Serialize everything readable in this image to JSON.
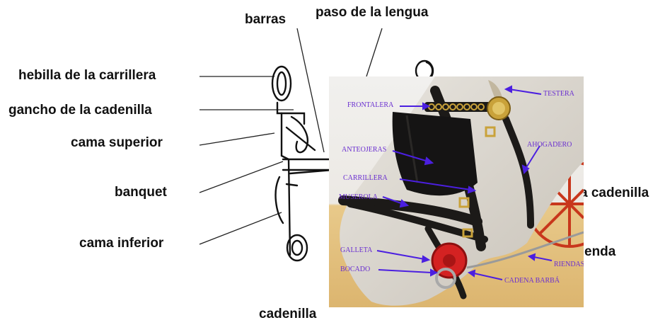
{
  "left_diagram": {
    "labels": {
      "barras": "barras",
      "paso_de_la_lengua": "paso de la lengua",
      "hebilla_de_la_carrillera": "hebilla de la carrillera",
      "gancho_de_la_cadenilla": "gancho de la cadenilla",
      "cama_superior": "cama superior",
      "banquet": "banquet",
      "cama_inferior": "cama inferior",
      "cadenilla": "cadenilla",
      "cadenilla_partial": "a cadenilla",
      "rienda_partial": "enda"
    }
  },
  "photo": {
    "labels": {
      "frontalera": "FRONTALERA",
      "testera": "TESTERA",
      "anteojeras": "ANTEOJERAS",
      "ahogadero": "AHOGADERO",
      "carrillera": "CARRILLERA",
      "muserola": "MUSEROLA",
      "galleta": "GALLETA",
      "bocado": "BOCADO",
      "riendas": "RIENDAS",
      "cadena_barba": "CADENA BARBÁ"
    }
  },
  "colors": {
    "label_text": "#111111",
    "photo_label": "#6a2fd0",
    "arrow": "#4b1fe0",
    "leather": "#1c1a18",
    "brass": "#c9a23a",
    "galleta_red": "#d42222"
  }
}
